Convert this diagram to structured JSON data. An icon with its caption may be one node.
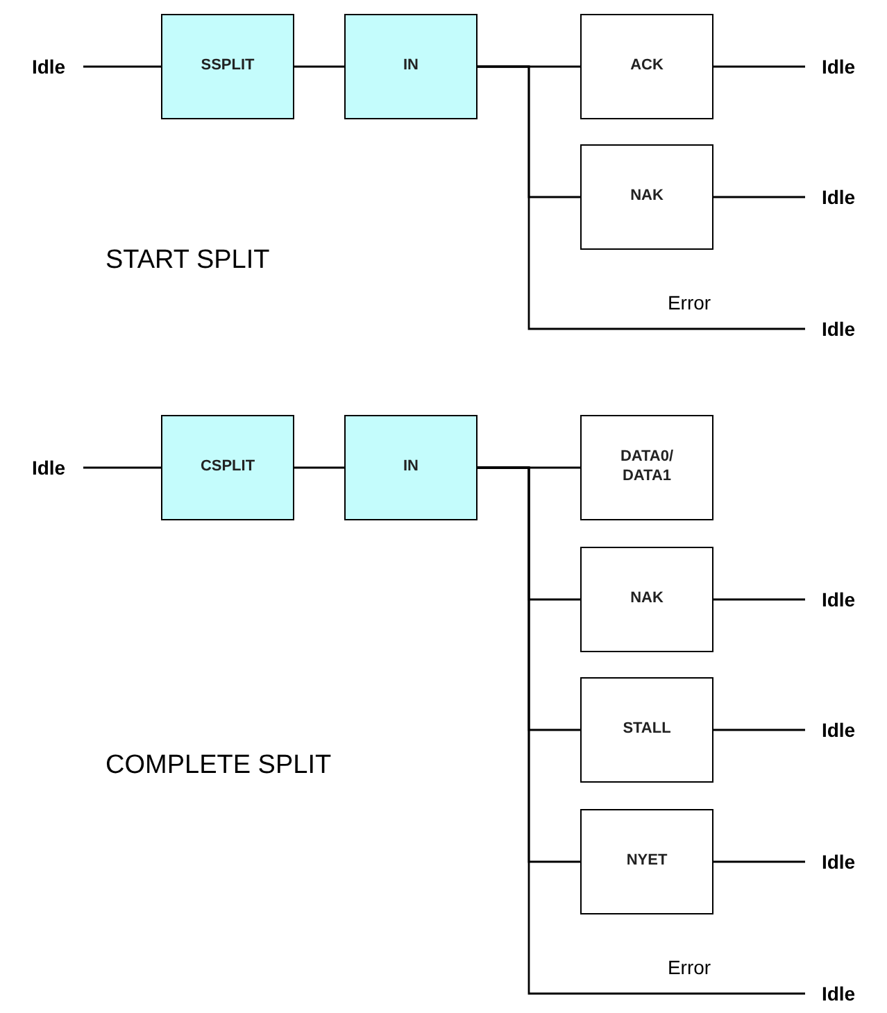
{
  "diagram": {
    "nodes": [
      {
        "text": [
          "Idle"
        ]
      },
      {
        "text": [
          "SSPLIT"
        ]
      },
      {
        "text": [
          "IN"
        ]
      },
      {
        "text": [
          "ACK"
        ]
      },
      {
        "text": [
          "Idle"
        ]
      },
      {
        "text": [
          "NAK"
        ]
      },
      {
        "text": [
          "Idle"
        ]
      },
      {
        "text": [
          "Idle"
        ]
      },
      {
        "text": [
          "Idle"
        ]
      },
      {
        "text": [
          "CSPLIT"
        ]
      },
      {
        "text": [
          "IN"
        ]
      },
      {
        "text": [
          "DATA0/ DATA1"
        ]
      },
      {
        "text": [
          "NAK"
        ]
      },
      {
        "text": [
          "Idle"
        ]
      },
      {
        "text": [
          "STALL"
        ]
      },
      {
        "text": [
          "Idle"
        ]
      },
      {
        "text": [
          "NYET"
        ]
      },
      {
        "text": [
          "Idle"
        ]
      },
      {
        "text": [
          "Idle"
        ]
      }
    ],
    "edges": [
      {
        "from": 0,
        "to": 1,
        "arrow": "none"
      },
      {
        "from": 1,
        "to": 2,
        "arrow": "none"
      },
      {
        "from": 2,
        "to": 3,
        "arrow": "none"
      },
      {
        "from": 3,
        "to": 4,
        "arrow": "none"
      },
      {
        "from": 2,
        "to": 5,
        "arrow": "none"
      },
      {
        "from": 5,
        "to": 6,
        "arrow": "none"
      },
      {
        "from": 2,
        "to": 7,
        "arrow": "none",
        "label": "Error"
      },
      {
        "from": 8,
        "to": 9,
        "arrow": "none"
      },
      {
        "from": 9,
        "to": 10,
        "arrow": "none"
      },
      {
        "from": 10,
        "to": 11,
        "arrow": "none"
      },
      {
        "from": 10,
        "to": 12,
        "arrow": "none"
      },
      {
        "from": 12,
        "to": 13,
        "arrow": "none"
      },
      {
        "from": 10,
        "to": 14,
        "arrow": "none"
      },
      {
        "from": 14,
        "to": 15,
        "arrow": "none"
      },
      {
        "from": 10,
        "to": 16,
        "arrow": "none"
      },
      {
        "from": 16,
        "to": 17,
        "arrow": "none"
      },
      {
        "from": 10,
        "to": 18,
        "arrow": "none",
        "label": "Error"
      }
    ],
    "labels": [
      "START SPLIT",
      "COMPLETE SPLIT"
    ]
  }
}
